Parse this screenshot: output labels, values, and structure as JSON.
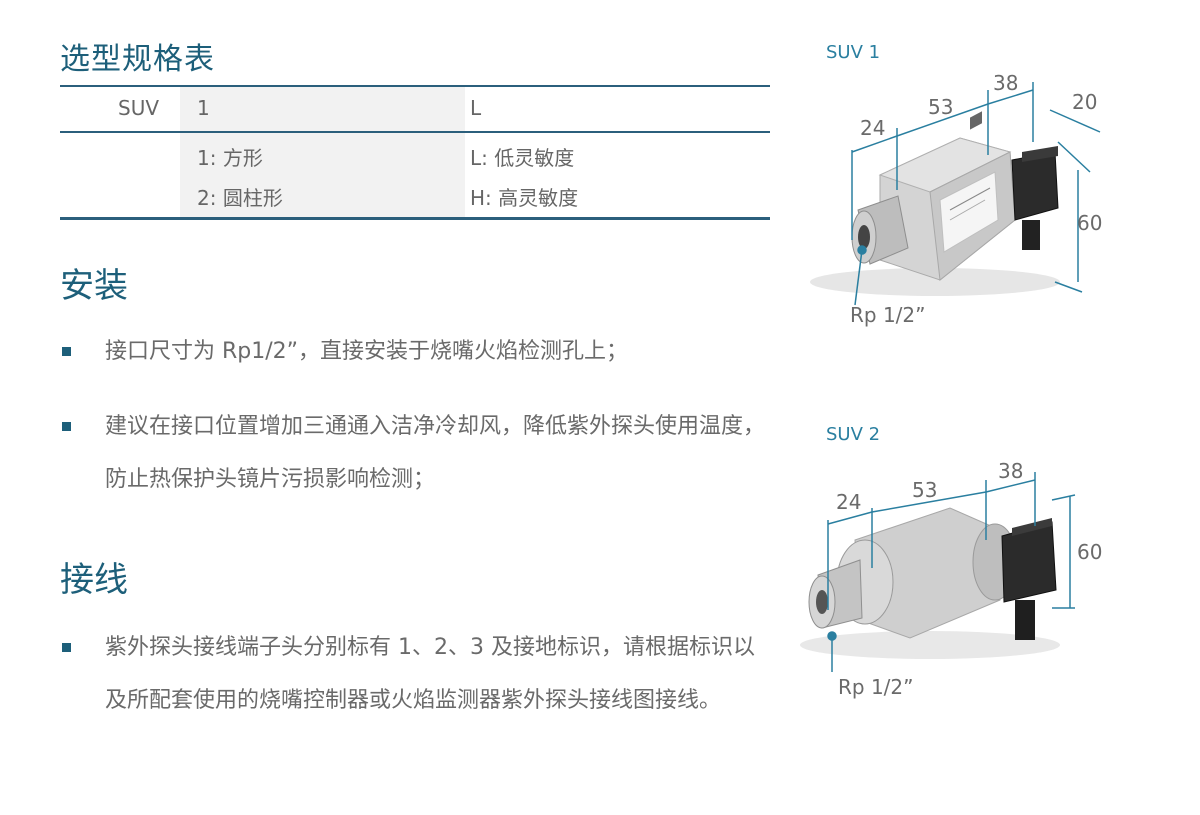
{
  "spec": {
    "title": "选型规格表",
    "header": [
      "SUV",
      "1",
      "L"
    ],
    "col1_options": [
      "1: 方形",
      "2: 圆柱形"
    ],
    "col2_options": [
      "L: 低灵敏度",
      "H: 高灵敏度"
    ]
  },
  "install": {
    "title": "安装",
    "items": [
      "接口尺寸为 Rp1/2”，直接安装于烧嘴火焰检测孔上；",
      "建议在接口位置增加三通通入洁净冷却风，降低紫外探头使用温度，防止热保护头镜片污损影响检测；"
    ]
  },
  "wiring": {
    "title": "接线",
    "items": [
      "紫外探头接线端子头分别标有  1、2、3  及接地标识，请根据标识以及所配套使用的烧嘴控制器或火焰监测器紫外探头接线图接线。"
    ]
  },
  "figures": {
    "suv1": {
      "caption": "SUV 1",
      "dims": [
        "24",
        "53",
        "38",
        "20",
        "60"
      ],
      "thread": "Rp 1/2”"
    },
    "suv2": {
      "caption": "SUV 2",
      "dims": [
        "24",
        "53",
        "38",
        "60"
      ],
      "thread": "Rp 1/2”"
    }
  },
  "colors": {
    "accent": "#1d5f7a",
    "rule": "#2b5f7c",
    "dimension_line": "#2a7fa0"
  }
}
